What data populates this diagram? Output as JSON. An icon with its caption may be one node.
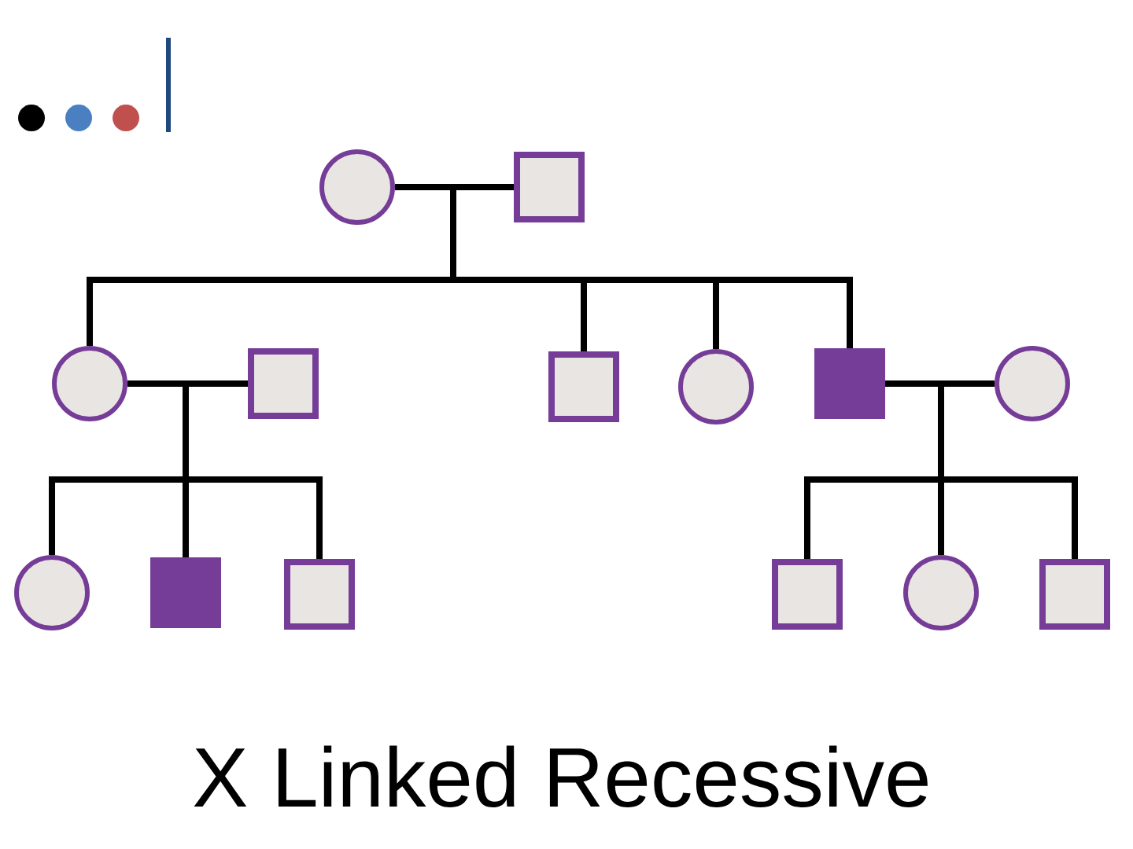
{
  "diagram": {
    "caption": "X Linked Recessive",
    "nodes": [
      {
        "text": [],
        "shape": "circle"
      },
      {
        "text": [],
        "shape": "square"
      },
      {
        "text": [],
        "shape": "circle"
      },
      {
        "text": [],
        "shape": "square"
      },
      {
        "text": [],
        "shape": "square"
      },
      {
        "text": [],
        "shape": "circle"
      },
      {
        "text": [],
        "shape": "square"
      },
      {
        "text": [],
        "shape": "circle"
      },
      {
        "text": [],
        "shape": "circle"
      },
      {
        "text": [],
        "shape": "square"
      },
      {
        "text": [],
        "shape": "square"
      },
      {
        "text": [],
        "shape": "square"
      },
      {
        "text": [],
        "shape": "circle"
      },
      {
        "text": [],
        "shape": "square"
      }
    ],
    "edges": [
      {
        "from": 0,
        "to": 1,
        "arrow": "none"
      },
      {
        "from": 0,
        "to": 2,
        "arrow": "none"
      },
      {
        "from": 0,
        "to": 4,
        "arrow": "none"
      },
      {
        "from": 0,
        "to": 5,
        "arrow": "none"
      },
      {
        "from": 0,
        "to": 6,
        "arrow": "none"
      },
      {
        "from": 1,
        "to": 2,
        "arrow": "none"
      },
      {
        "from": 1,
        "to": 4,
        "arrow": "none"
      },
      {
        "from": 1,
        "to": 5,
        "arrow": "none"
      },
      {
        "from": 1,
        "to": 6,
        "arrow": "none"
      },
      {
        "from": 2,
        "to": 3,
        "arrow": "none"
      },
      {
        "from": 2,
        "to": 8,
        "arrow": "none"
      },
      {
        "from": 2,
        "to": 9,
        "arrow": "none"
      },
      {
        "from": 2,
        "to": 10,
        "arrow": "none"
      },
      {
        "from": 3,
        "to": 8,
        "arrow": "none"
      },
      {
        "from": 3,
        "to": 9,
        "arrow": "none"
      },
      {
        "from": 3,
        "to": 10,
        "arrow": "none"
      },
      {
        "from": 6,
        "to": 7,
        "arrow": "none"
      },
      {
        "from": 6,
        "to": 11,
        "arrow": "none"
      },
      {
        "from": 6,
        "to": 12,
        "arrow": "none"
      },
      {
        "from": 6,
        "to": 13,
        "arrow": "none"
      },
      {
        "from": 7,
        "to": 11,
        "arrow": "none"
      },
      {
        "from": 7,
        "to": 12,
        "arrow": "none"
      },
      {
        "from": 7,
        "to": 13,
        "arrow": "none"
      }
    ]
  }
}
